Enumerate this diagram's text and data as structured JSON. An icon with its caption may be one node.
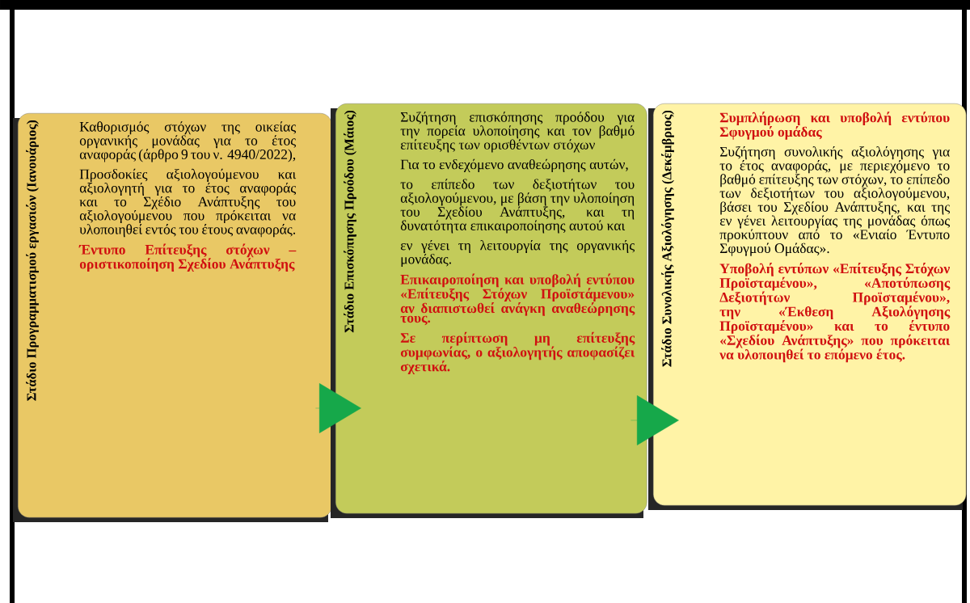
{
  "diagram": {
    "nodes": [
      {
        "text": [
          "Στάδιο Προγραμματισμού εργασιών (Ιανουάριος)",
          "Καθορισμός στόχων της οικείας οργανικής μονάδας για το έτος αναφοράς (άρθρο 9 του ν. 4940/2022),",
          "Προσδοκίες αξιολογούμενου και αξιολογητή για το έτος αναφοράς και το Σχέδιο Ανάπτυξης του αξιολογούμενου που πρόκειται να υλοποιηθεί εντός του έτους αναφοράς.",
          "Έντυπο Επίτευξης στόχων – οριστικοποίηση Σχεδίου Ανάπτυξης"
        ]
      },
      {
        "text": [
          "Στάδιο Επισκόπησης Προόδου (Μάιος)",
          "Συζήτηση επισκόπησης προόδου για την πορεία υλοποίησης και τον βαθμό επίτευξης των ορισθέντων στόχων",
          "Για το ενδεχόμενο αναθεώρησης αυτών,",
          "το επίπεδο των δεξιοτήτων του αξιολογούμενου, με βάση την υλοποίηση του Σχεδίου Ανάπτυξης, και τη δυνατότητα επικαιροποίησης αυτού και",
          "εν γένει τη λειτουργία της οργανικής μονάδας.",
          "Επικαιροποίηση και υποβολή εντύπου «Επίτευξης Στόχων Προϊστάμενου» αν διαπιστωθεί ανάγκη αναθεώρησης τους.",
          "Σε περίπτωση μη επίτευξης συμφωνίας, ο αξιολογητής αποφασίζει σχετικά."
        ]
      },
      {
        "text": [
          "Στάδιο Συνολικής Αξιολόγησης (Δεκέμβριος)",
          "Συμπλήρωση και υποβολή εντύπου Σφυγμού ομάδας",
          "Συζήτηση συνολικής αξιολόγησης για το έτος αναφοράς, με περιεχόμενο το βαθμό επίτευξης των στόχων, το επίπεδο των δεξιοτήτων του αξιολογούμενου, βάσει του Σχεδίου Ανάπτυξης, και της εν γένει λειτουργίας της μονάδας όπως προκύπτουν από το «Ενιαίο Έντυπο Σφυγμού Ομάδας».",
          "Υποβολή εντύπων «Επίτευξης Στόχων Προϊσταμένου», «Αποτύπωσης Δεξιοτήτων Προϊσταμένου», την «Έκθεση Αξιολόγησης Προϊσταμένου» και το έντυπο «Σχεδίου Ανάπτυξης» που πρόκειται να υλοποιηθεί το επόμενο έτος."
        ]
      }
    ],
    "edges": [
      {
        "from": 0,
        "to": 1,
        "arrow": "to"
      },
      {
        "from": 1,
        "to": 2,
        "arrow": "to"
      }
    ]
  }
}
